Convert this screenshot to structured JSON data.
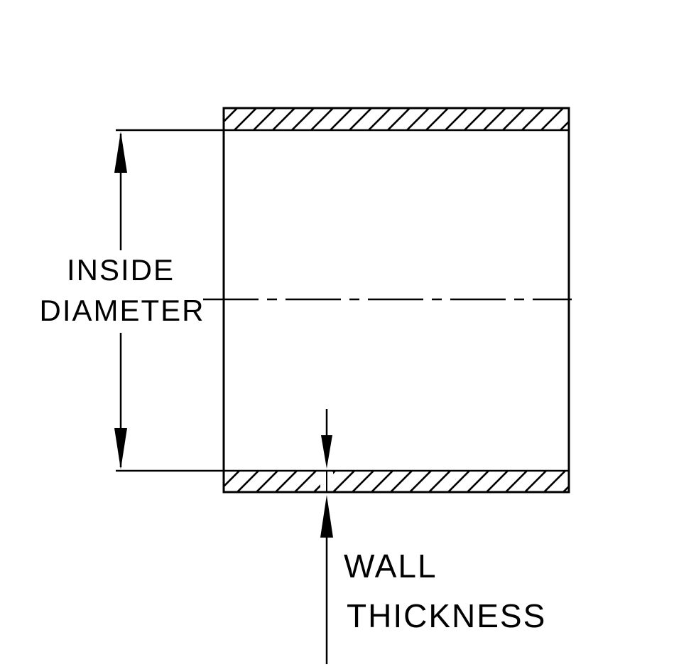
{
  "diagram": {
    "title": "hose-coupler-cross-section",
    "labels": {
      "inside_diameter_line1": "INSIDE",
      "inside_diameter_line2": "DIAMETER",
      "wall_thickness_line1": "WALL",
      "wall_thickness_line2": "THICKNESS"
    },
    "colors": {
      "line": "#000000",
      "background": "#ffffff"
    }
  }
}
